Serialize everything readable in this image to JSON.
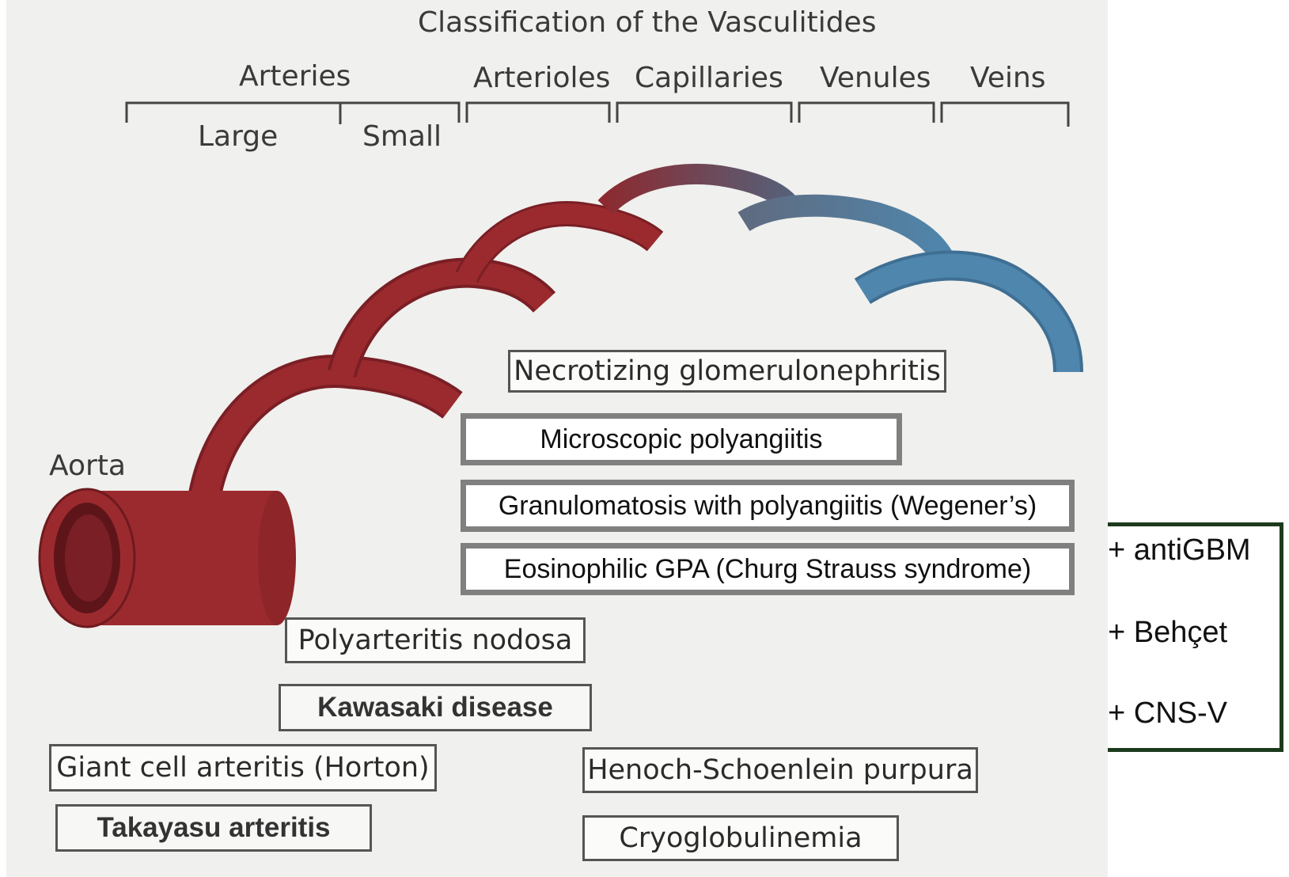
{
  "title": "Classification of the Vasculitides",
  "vessel_headers": {
    "arteries": "Arteries",
    "large": "Large",
    "small": "Small",
    "arterioles": "Arterioles",
    "capillaries": "Capillaries",
    "venules": "Venules",
    "veins": "Veins"
  },
  "aorta_label": "Aorta",
  "colors": {
    "artery": "#9b2a2e",
    "vein": "#4f86ad",
    "addon_border": "#1c3a1c"
  },
  "diseases": {
    "necrotizing_gn": "Necrotizing glomerulonephritis",
    "mpa": "Microscopic polyangiitis",
    "gpa": "Granulomatosis with polyangiitis (Wegener’s)",
    "egpa": "Eosinophilic GPA (Churg Strauss syndrome)",
    "pan": "Polyarteritis nodosa",
    "kawasaki": "Kawasaki disease",
    "gca": "Giant cell arteritis (Horton)",
    "takayasu": "Takayasu arteritis",
    "hsp": "Henoch-Schoenlein purpura",
    "cryo": "Cryoglobulinemia"
  },
  "additions": [
    "+ antiGBM",
    "+ Behçet",
    "+ CNS-V"
  ]
}
